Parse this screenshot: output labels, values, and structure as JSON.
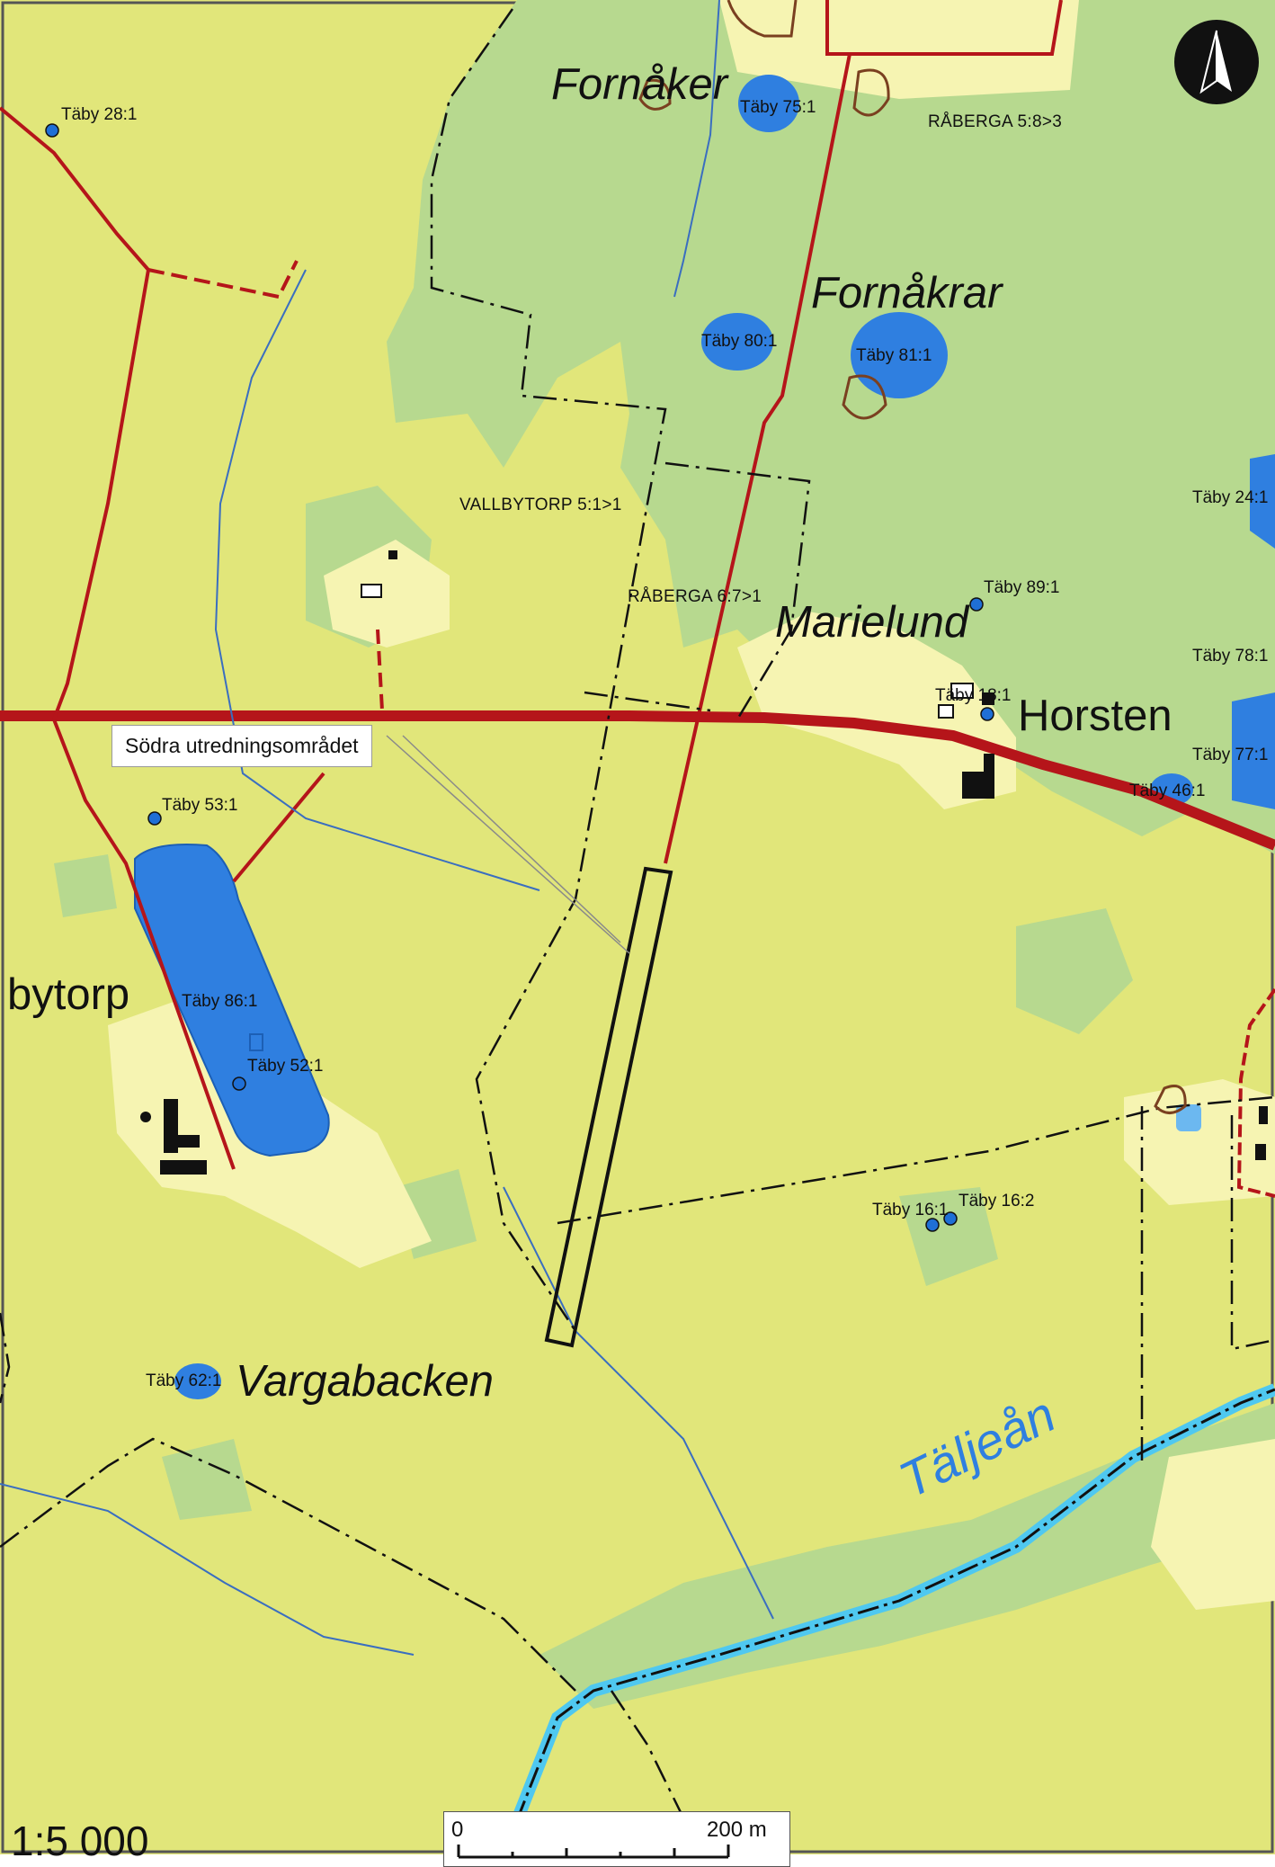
{
  "colors": {
    "open_land": "#e1e67a",
    "forest": "#b7d98f",
    "settlement": "#f6f4b2",
    "water": "#2f7fe0",
    "road": "#b5151a",
    "stream": "#3a6ec0",
    "river": "#4fc8f0"
  },
  "places": {
    "fornaker": "Fornåker",
    "fornakrar": "Fornåkrar",
    "marielund": "Marielund",
    "horsten": "Horsten",
    "vallbytorp": "bytorp",
    "vargabacken": "Vargabacken",
    "taljean": "Täljeån"
  },
  "properties": {
    "raberga58": "RÅBERGA 5:8>3",
    "vallbytorp51": "VALLBYTORP 5:1>1",
    "raberga67": "RÅBERGA 6:7>1"
  },
  "ancient_sites": {
    "taby28": "Täby 28:1",
    "taby75": "Täby 75:1",
    "taby80": "Täby 80:1",
    "taby81": "Täby 81:1",
    "taby24": "Täby 24:1",
    "taby89": "Täby 89:1",
    "taby78": "Täby 78:1",
    "taby18": "Täby 18:1",
    "taby77": "Täby 77:1",
    "taby46": "Täby 46:1",
    "taby53": "Täby 53:1",
    "taby86": "Täby 86:1",
    "taby52": "Täby 52:1",
    "taby16a": "Täby 16:1",
    "taby16b": "Täby 16:2",
    "taby62": "Täby 62:1"
  },
  "callout": "Södra utredningsområdet",
  "scale": {
    "ratio": "1:5 000",
    "start": "0",
    "end": "200 m"
  },
  "north_arrow_icon": "north-arrow-icon"
}
